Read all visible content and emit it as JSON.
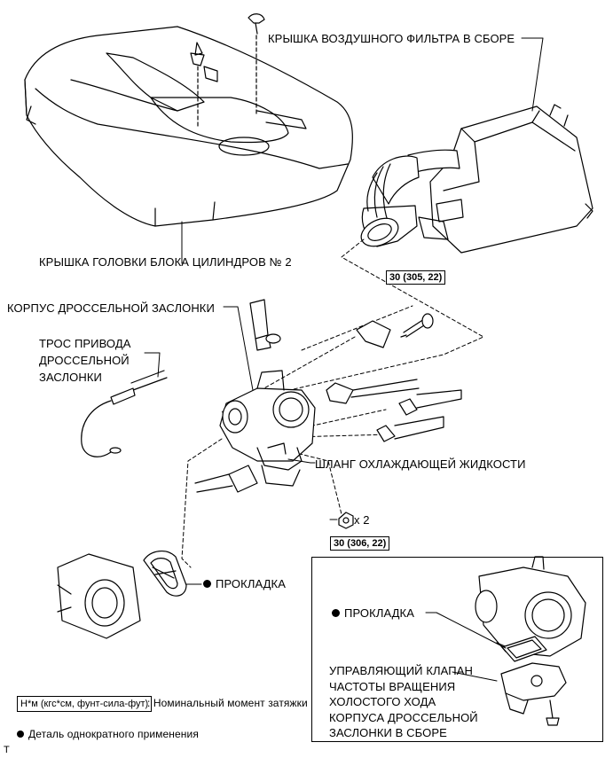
{
  "labels": {
    "air_cleaner_cap": "КРЫШКА ВОЗДУШНОГО ФИЛЬТРА В СБОРЕ",
    "head_cover_2": "КРЫШКА ГОЛОВКИ БЛОКА ЦИЛИНДРОВ № 2",
    "throttle_body": "КОРПУС ДРОССЕЛЬНОЙ ЗАСЛОНКИ",
    "throttle_cable": "ТРОС ПРИВОДА\nДРОССЕЛЬНОЙ\nЗАСЛОНКИ",
    "coolant_hose": "ШЛАНГ ОХЛАЖДАЮЩЕЙ ЖИДКОСТИ",
    "gasket_main": "ПРОКЛАДКА",
    "gasket_inset": "ПРОКЛАДКА",
    "isc_valve": "УПРАВЛЯЮЩИЙ КЛАПАН\nЧАСТОТЫ ВРАЩЕНИЯ\nХОЛОСТОГО ХОДА\nКОРПУСА ДРОССЕЛЬНОЙ\nЗАСЛОНКИ В СБОРЕ",
    "nut_qty": "x 2",
    "corner_code": "T"
  },
  "torque": {
    "bolt_spec": "30 (305, 22)",
    "nut_spec": "30 (306, 22)"
  },
  "legend": {
    "torque_units": "Н*м (кгс*см, фунт-сила-фут)",
    "torque_desc": ": Номинальный момент затяжки",
    "non_reusable": "Деталь однократного применения"
  }
}
